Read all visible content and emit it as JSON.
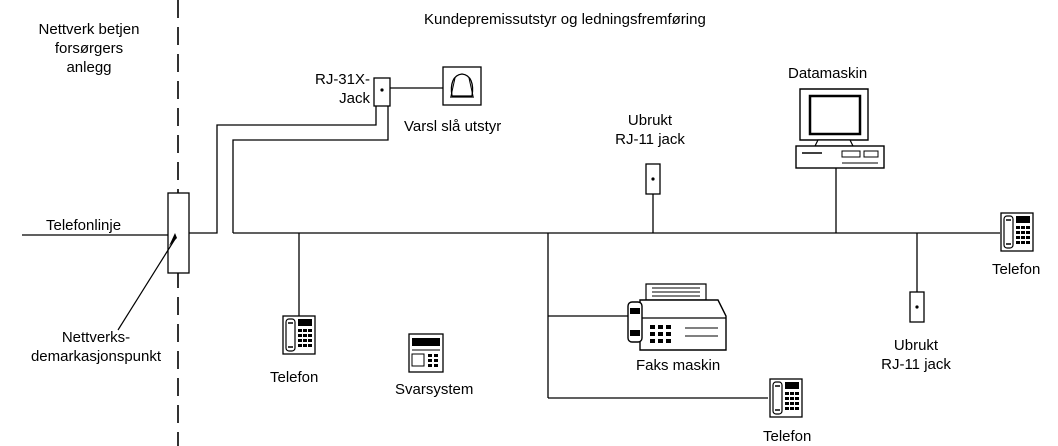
{
  "regions": {
    "network_side": "Nettverk betjen\nforsørgers\nanlegg",
    "customer_side": "Kundepremissutstyr og ledningsfremføring"
  },
  "labels": {
    "telephone_line": "Telefonlinje",
    "demarcation_point": "Nettverks-\ndemarkasjonspunkt",
    "rj31x_jack": "RJ-31X-\nJack",
    "alarm_equipment": "Varsl slå utstyr",
    "unused_jack_top": "Ubrukt\nRJ-11 jack",
    "computer": "Datamaskin",
    "phone_right": "Telefon",
    "phone_left": "Telefon",
    "answering_system": "Svarsystem",
    "fax_machine": "Faks maskin",
    "phone_bottom": "Telefon",
    "unused_jack_right": "Ubrukt\nRJ-11 jack"
  },
  "icons": {
    "telephone": "telephone-icon",
    "fax": "fax-machine-icon",
    "computer": "computer-icon",
    "answering_machine": "answering-machine-icon",
    "alarm": "alarm-bell-icon",
    "jack": "wall-jack-icon"
  }
}
